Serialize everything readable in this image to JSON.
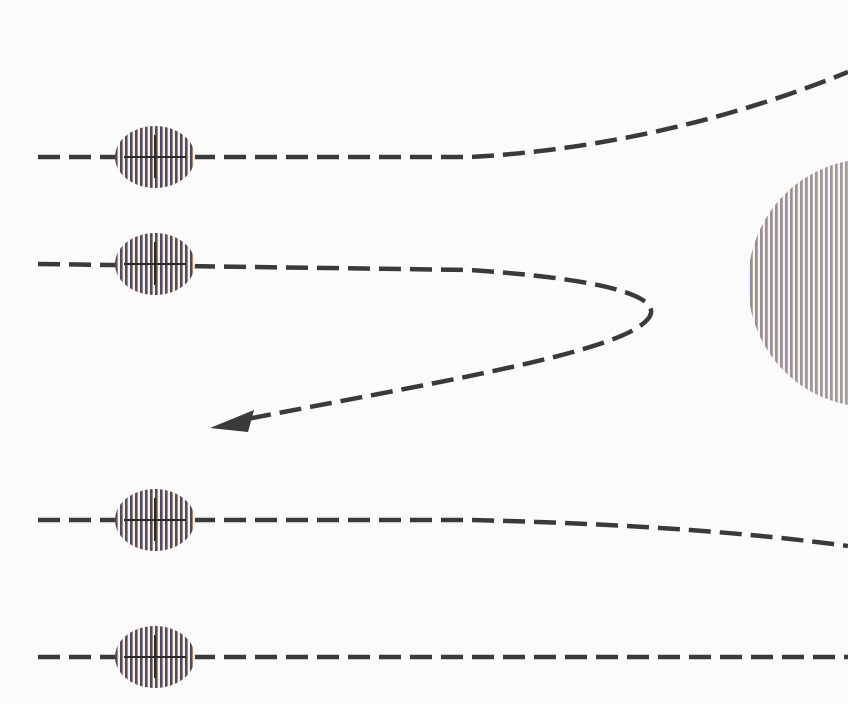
{
  "colors": {
    "background": "#fbfbfb",
    "path": "#3a3a3a",
    "particle_light": "#e8e8e8",
    "particle_dark": "#4a4a6a",
    "nucleus_light": "#ffffff",
    "nucleus_dark": "#9a9aa8"
  },
  "particles": [
    {
      "name": "particle-top",
      "trajectory": "deflected-upward"
    },
    {
      "name": "particle-second",
      "trajectory": "backscattered"
    },
    {
      "name": "particle-third",
      "trajectory": "deflected-downward-slightly"
    },
    {
      "name": "particle-bottom",
      "trajectory": "undeflected"
    }
  ],
  "nucleus": {
    "name": "target-nucleus",
    "icon": "striped-ellipse"
  }
}
